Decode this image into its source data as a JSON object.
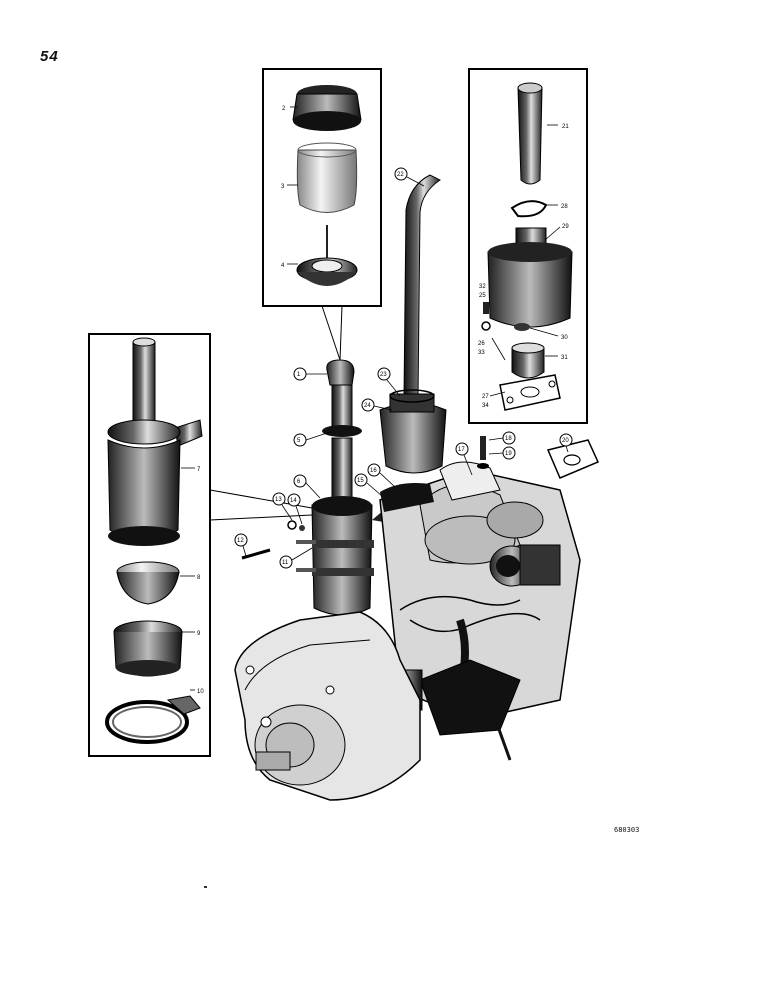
{
  "page_number": "54",
  "figure_code": "680303",
  "callouts": {
    "c1": "1",
    "c2": "2",
    "c3": "3",
    "c4": "4",
    "c5": "5",
    "c6": "6",
    "c7": "7",
    "c8": "8",
    "c9": "9",
    "c10": "10",
    "c11": "11",
    "c12": "12",
    "c13": "13",
    "c14": "14",
    "c15": "15",
    "c16": "16",
    "c17": "17",
    "c18": "18",
    "c19": "19",
    "c20": "20",
    "c21": "21",
    "c22": "22",
    "c23": "23",
    "c24": "24",
    "c25": "25",
    "c26": "26",
    "c27": "27",
    "c28": "28",
    "c29": "29",
    "c30": "30",
    "c31": "31",
    "c32": "32",
    "c33": "33",
    "c34": "34"
  }
}
